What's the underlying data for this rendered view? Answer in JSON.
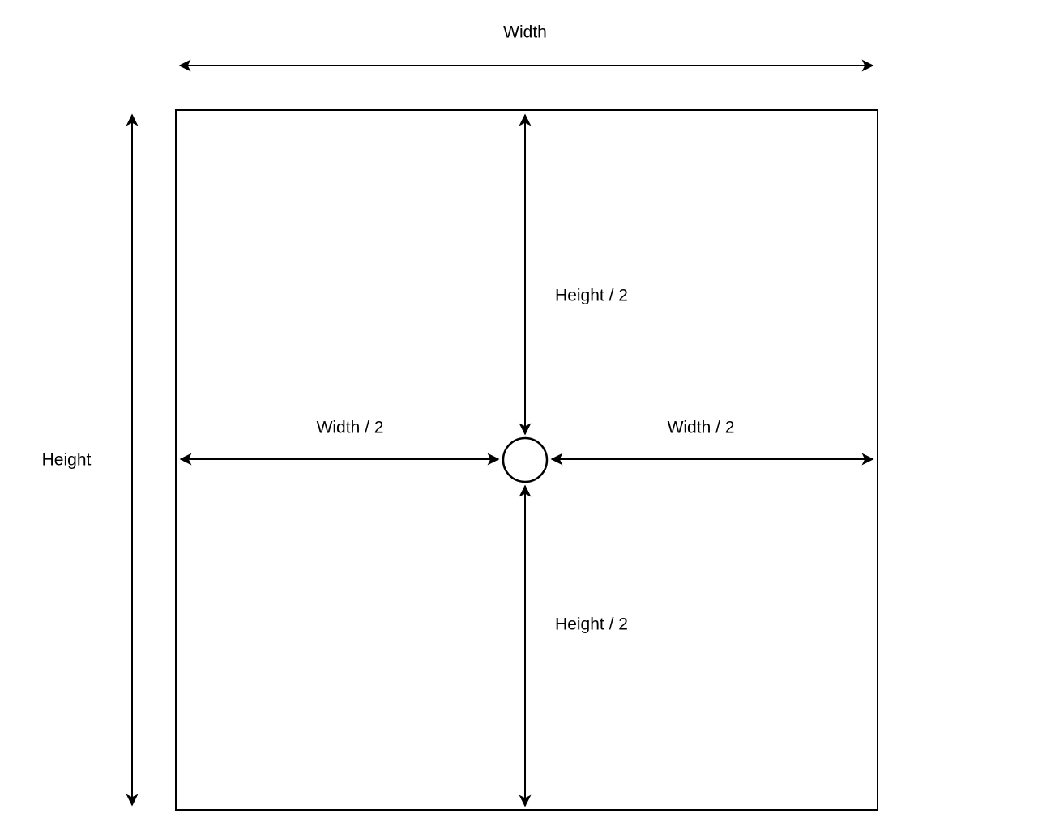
{
  "diagram": {
    "type": "dimension-annotation-diagram",
    "labels": {
      "width": "Width",
      "height": "Height",
      "width_half_left": "Width / 2",
      "width_half_right": "Width / 2",
      "height_half_top": "Height / 2",
      "height_half_bottom": "Height / 2"
    },
    "colors": {
      "stroke": "#000000",
      "shape_fill": "#ffffff",
      "background": "#ffffff"
    }
  }
}
